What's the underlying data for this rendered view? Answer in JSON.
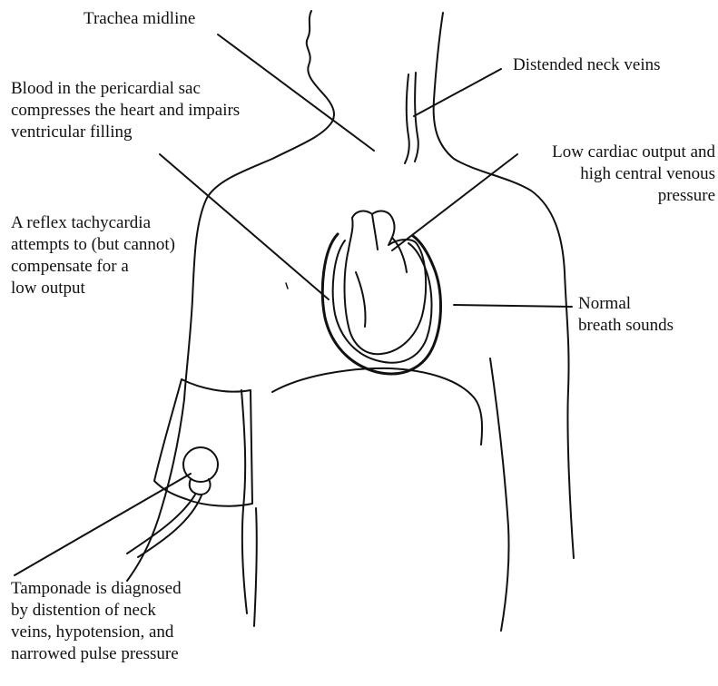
{
  "labels": {
    "trachea": "Trachea midline",
    "neck_veins": "Distended neck veins",
    "blood_pericardial": "Blood in the pericardial sac\ncompresses the heart and impairs\nventricular filling",
    "low_output": "Low cardiac output and\nhigh central venous\npressure",
    "tachycardia": "A reflex tachycardia\nattempts to (but cannot)\ncompensate for a\nlow output",
    "breath_sounds": "Normal\nbreath sounds",
    "diagnosis": "Tamponade is diagnosed\nby distention of neck\nveins, hypotension, and\nnarrowed pulse pressure"
  }
}
